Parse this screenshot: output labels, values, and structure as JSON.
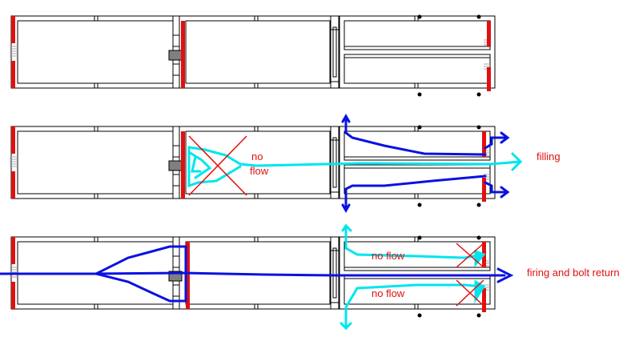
{
  "colors": {
    "wall": "#000000",
    "valve": "#e01010",
    "spring": "#bbbbbb",
    "block": "#808080",
    "water": "#00e5ee",
    "air": "#0a12e0",
    "cross": "#e01010",
    "label": "#e01010"
  },
  "diagrams": [
    {
      "state": "idle",
      "labels": []
    },
    {
      "state": "filling",
      "labels": [
        {
          "id": "no-flow-mid-1",
          "text": "no"
        },
        {
          "id": "no-flow-mid-2",
          "text": "flow"
        },
        {
          "id": "filling-label",
          "text": "filling"
        }
      ]
    },
    {
      "state": "firing",
      "labels": [
        {
          "id": "no-flow-top",
          "text": "no flow"
        },
        {
          "id": "no-flow-bottom",
          "text": "no flow"
        },
        {
          "id": "firing-label",
          "text": "firing and bolt return"
        }
      ]
    }
  ]
}
